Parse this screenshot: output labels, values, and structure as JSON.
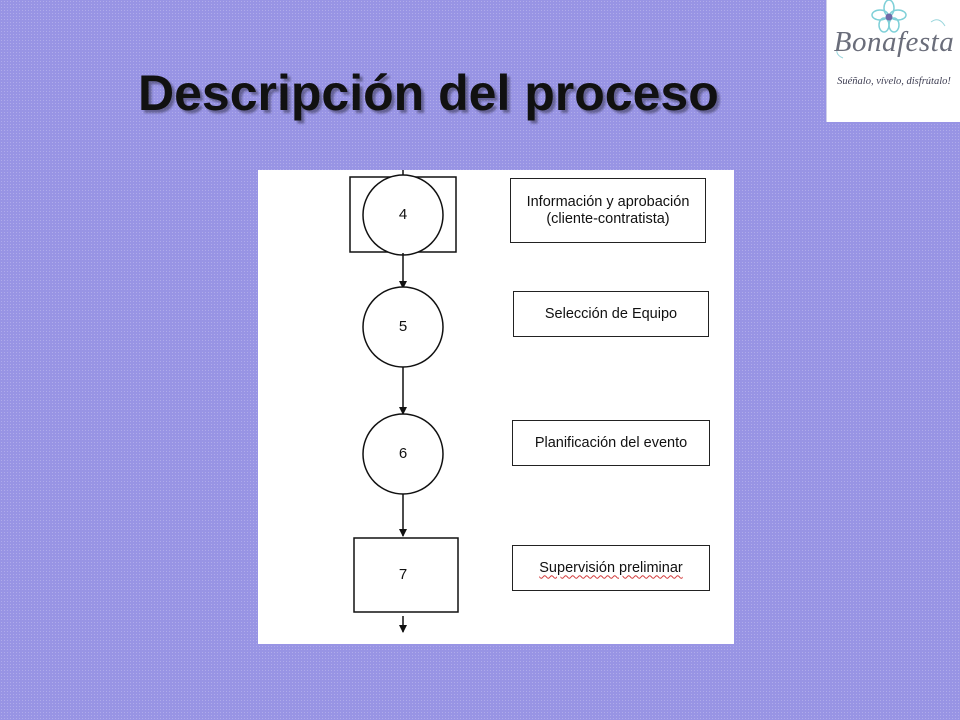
{
  "slide": {
    "title": "Descripción del proceso",
    "background_color": "#9894e4"
  },
  "logo": {
    "brand": "Bonafesta",
    "tagline": "Suéñalo, vívelo, disfrútalo!",
    "icon": "orchid-flower-icon"
  },
  "diagram": {
    "steps": [
      {
        "number": "4",
        "shape": "circle-in-square",
        "description": "Información y aprobación (cliente-contratista)"
      },
      {
        "number": "5",
        "shape": "circle",
        "description": "Selección de Equipo"
      },
      {
        "number": "6",
        "shape": "circle",
        "description": "Planificación del evento"
      },
      {
        "number": "7",
        "shape": "square",
        "description": "Supervisión preliminar"
      }
    ]
  }
}
